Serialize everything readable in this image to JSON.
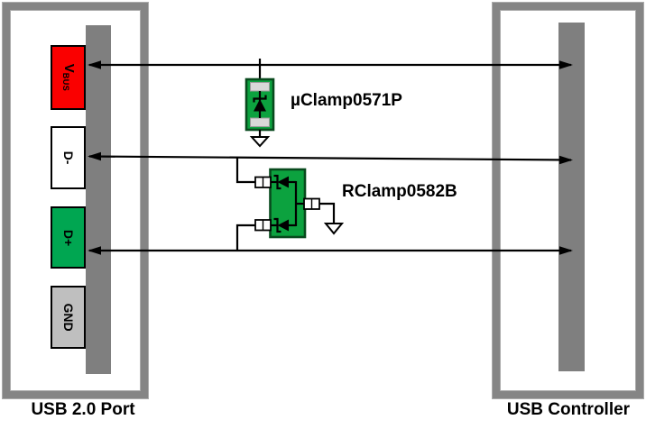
{
  "left_box": {
    "title": "USB 2.0 Port",
    "pins": {
      "vbus": {
        "main": "V",
        "sub": "BUS"
      },
      "dminus": {
        "label": "D-"
      },
      "dplus": {
        "label": "D+"
      },
      "gnd": {
        "label": "GND"
      }
    }
  },
  "right_box": {
    "title": "USB Controller"
  },
  "components": {
    "uclamp": {
      "label": "µClamp0571P"
    },
    "rclamp": {
      "label": "RClamp0582B"
    }
  },
  "colors": {
    "frame": "#858585",
    "frame-edge": "#ababab",
    "bar": "#7f7f7f",
    "pin-red": "#fa0000",
    "pin-green": "#00a651",
    "pin-gray": "#bfbfbf",
    "chip-green": "#0ca23f",
    "chip-border": "#084a1d",
    "pad-gray": "#d8d8d8",
    "ink": "#000000"
  }
}
